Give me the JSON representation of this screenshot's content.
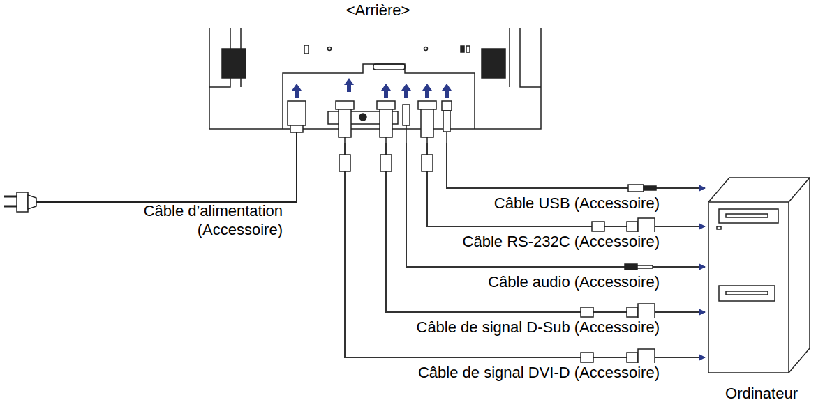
{
  "diagram": {
    "nodes": [
      {
        "text": [
          "<Arrière>"
        ]
      },
      {
        "text": [
          "Ordinateur"
        ]
      }
    ],
    "edges": [
      {
        "from": 0,
        "to": 1,
        "label": "Câble USB (Accessoire)",
        "arrow": "to"
      },
      {
        "from": 0,
        "to": 1,
        "label": "Câble RS-232C (Accessoire)",
        "arrow": "to"
      },
      {
        "from": 0,
        "to": 1,
        "label": "Câble audio (Accessoire)",
        "arrow": "to"
      },
      {
        "from": 0,
        "to": 1,
        "label": "Câble de signal D-Sub (Accessoire)",
        "arrow": "to"
      },
      {
        "from": 0,
        "to": 1,
        "label": "Câble de signal DVI-D (Accessoire)",
        "arrow": "to"
      }
    ],
    "labels": [
      "Câble d’alimentation (Accessoire)"
    ]
  }
}
